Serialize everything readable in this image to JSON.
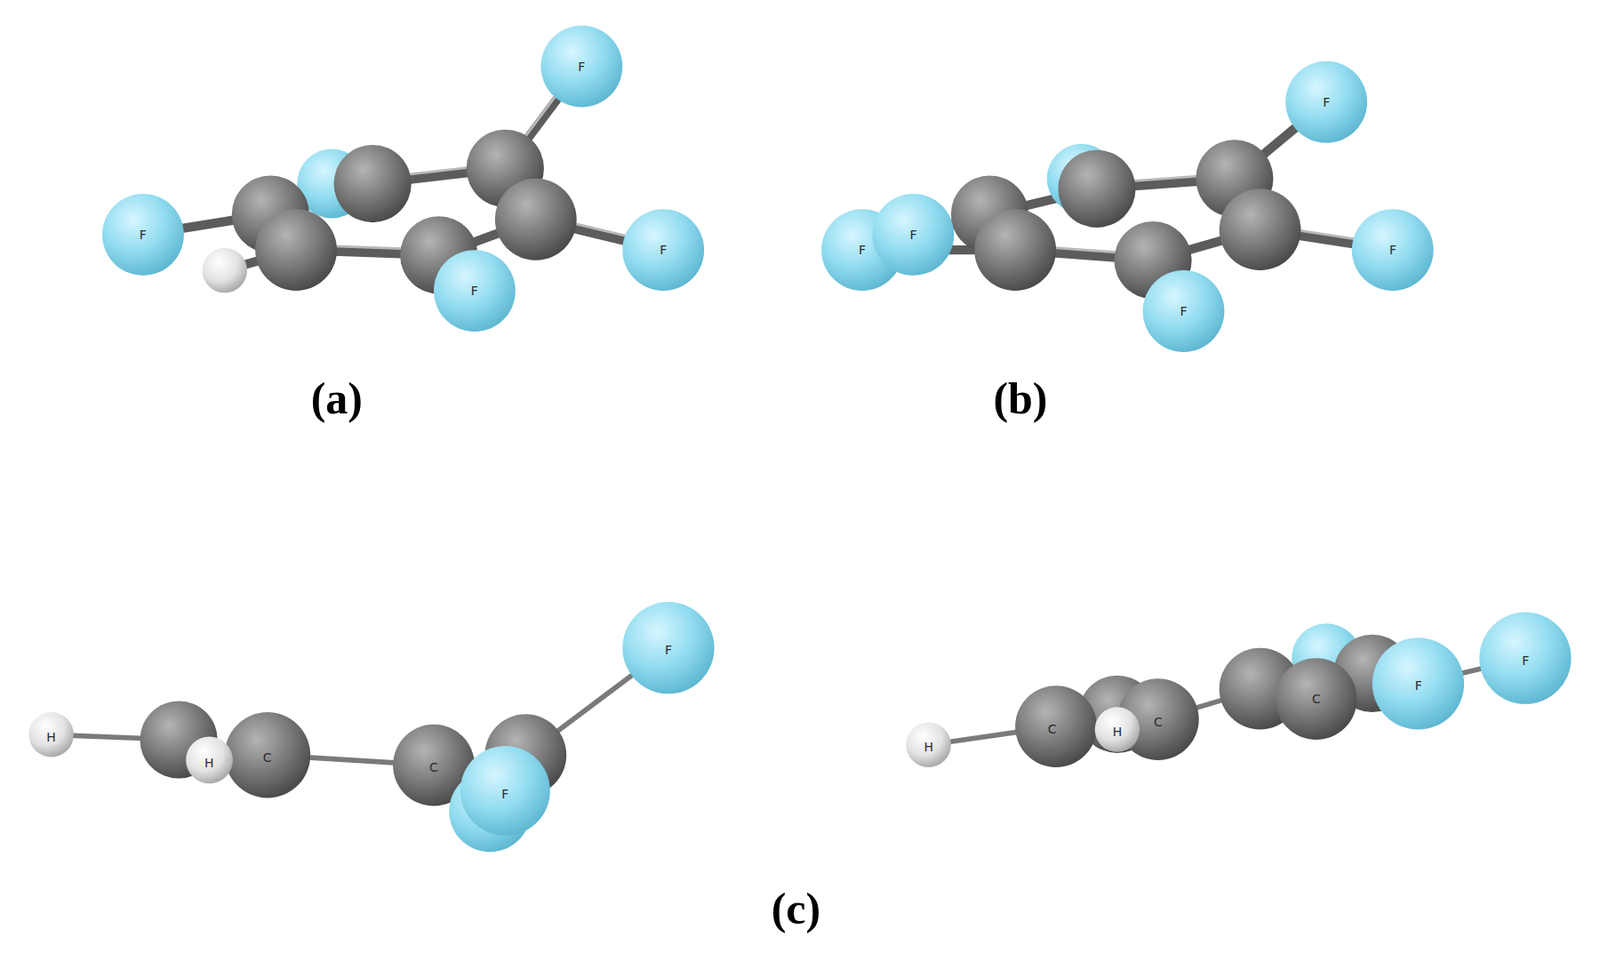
{
  "diagram": {
    "labels": [
      "F",
      "F",
      "F",
      "F",
      "F",
      "F",
      "F",
      "F",
      "F",
      "(a)",
      "(b)",
      "F",
      "H",
      "H",
      "C",
      "C",
      "F",
      "H",
      "C",
      "H",
      "C",
      "C",
      "F",
      "F",
      "(c)"
    ]
  }
}
